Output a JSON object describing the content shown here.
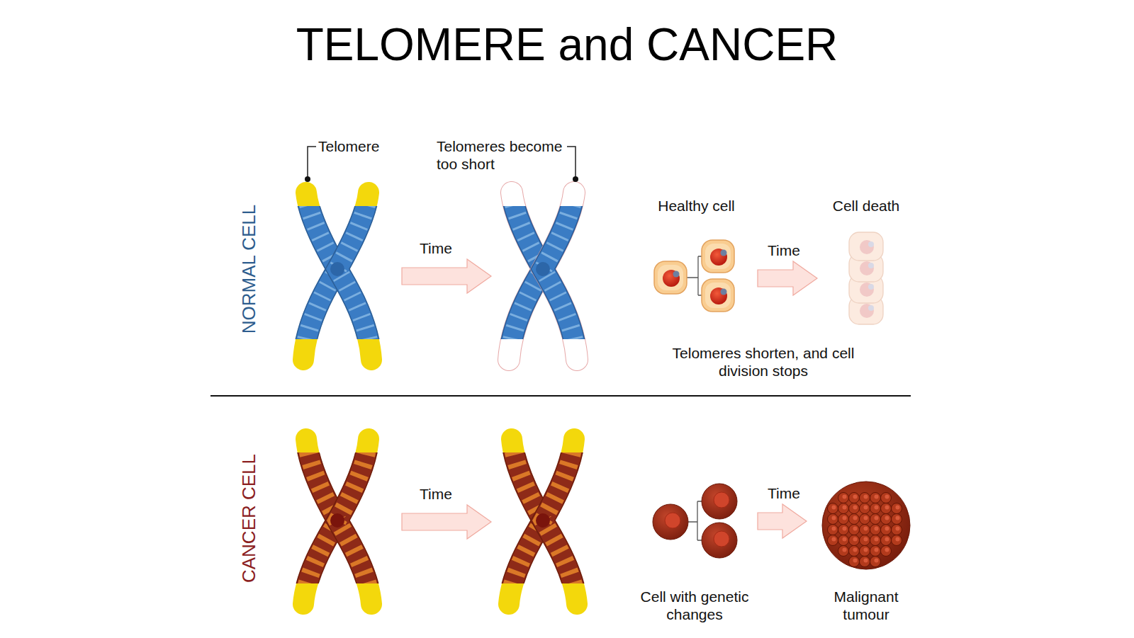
{
  "diagram": {
    "title": "TELOMERE and CANCER",
    "nodes": [
      {
        "text": [
          "Healthy cell"
        ]
      },
      {
        "text": [
          "Cell death"
        ]
      },
      {
        "text": [
          "Cell with genetic changes"
        ]
      },
      {
        "text": [
          "Malignant tumour"
        ]
      }
    ],
    "edges": [
      {
        "from": 0,
        "to": 1,
        "label": "Time",
        "arrow": "to"
      },
      {
        "from": 2,
        "to": 3,
        "label": "Time",
        "arrow": "to"
      }
    ],
    "labels": [
      "NORMAL CELL",
      "Telomere",
      "Telomeres become too short",
      "Time",
      "Telomeres shorten, and cell division stops",
      "CANCER CELL",
      "Time"
    ]
  }
}
